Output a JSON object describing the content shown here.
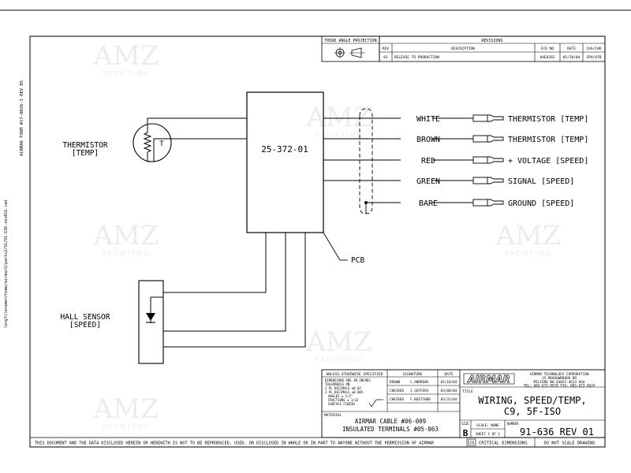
{
  "watermark": {
    "brand": "AMZ",
    "sub": "YACHTING"
  },
  "side_text": {
    "form": "AIRMAR FORM #17-8026-1 REV 05",
    "filename": "longfilename=/home/airmar2/parts2/91/91-636-rev01b.cad"
  },
  "projection": {
    "label": "THIRD ANGLE PROJECTION"
  },
  "revisions": {
    "title": "REVISIONS",
    "headers": [
      "REV",
      "DESCRIPTION",
      "ECO NO",
      "DATE",
      "CHG/CHK"
    ],
    "rows": [
      {
        "rev": "01",
        "description": "RELEASE TO PRODUCTION",
        "eco": "04E0292",
        "date": "05/20/04",
        "chk": "SPH/ATB"
      }
    ]
  },
  "thermistor": {
    "line1": "THERMISTOR",
    "line2": "[TEMP]",
    "symbol": "T"
  },
  "hall_sensor": {
    "line1": "HALL SENSOR",
    "line2": "[SPEED]"
  },
  "pcb": {
    "part": "25-372-01",
    "label": "PCB"
  },
  "wires": [
    {
      "color": "WHITE",
      "dest": "THERMISTOR [TEMP]"
    },
    {
      "color": "BROWN",
      "dest": "THERMISTOR [TEMP]"
    },
    {
      "color": "RED",
      "dest": "+ VOLTAGE [SPEED]"
    },
    {
      "color": "GREEN",
      "dest": "SIGNAL [SPEED]"
    },
    {
      "color": "BARE",
      "dest": "GROUND [SPEED]"
    }
  ],
  "title_block": {
    "unless": "UNLESS OTHERWISE SPECIFIED",
    "tol": [
      "DIMENSIONS ARE IN INCHES",
      "TOLERANCES ON",
      "2 PL DECIMALS ±0.02",
      "3 PL DECIMALS ±0.005",
      "ANGLES ± 1/2°",
      "FRACTIONS ± 1/32",
      "SURFACE FINISH"
    ],
    "signature_header": "SIGNATURE",
    "date_header": "DATE",
    "signatures": [
      {
        "role": "DRAWN",
        "name": "C.ANDREWS",
        "date": "02/10/04"
      },
      {
        "role": "CHECKED",
        "name": "J.JEFFERS",
        "date": "03/08/04"
      },
      {
        "role": "CHECKED",
        "name": "F.BEETCHER",
        "date": "03/31/04"
      }
    ],
    "material_label": "MATERIAL",
    "material_line1": "AIRMAR CABLE #06-009",
    "material_line2": "INSULATED TERMINALS #05-063",
    "company_logo": "AIRMAR",
    "company_lines": [
      "AIRMAR TECHNOLOGY CORPORATION",
      "35 MEADOWBROOK DR",
      "MILFORD NH 03055-4613 USA",
      "TEL: 603-673-9570  FAX: 603-673-4624"
    ],
    "title_label": "TITLE",
    "title_line1": "WIRING, SPEED/TEMP,",
    "title_line2": "C9, 5F-ISO",
    "size_label": "SIZE",
    "size_value": "B",
    "scale": "SCALE: NONE",
    "sheet": "SHEET 1 OF 1",
    "number_label": "NUMBER",
    "number": "91-636 REV 01",
    "cd_box": "CD",
    "critical": "CRITICAL DIMENSIONS",
    "do_not_scale": "DO NOT SCALE DRAWING"
  },
  "footer": {
    "notice": "THIS DOCUMENT AND THE DATA DISCLOSED HEREIN OR HEREWITH IS NOT TO BE REPRODUCED, USED, OR DISCLOSED IN WHOLE OR IN PART TO ANYONE WITHOUT THE PERMISSION OF AIRMAR"
  }
}
